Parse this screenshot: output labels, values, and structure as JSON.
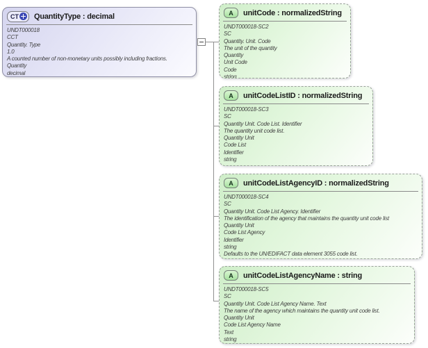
{
  "diagram": {
    "root": {
      "badge": "CT",
      "badge_icon": "plus-circle-icon",
      "title": "QuantityType : decimal",
      "lines": [
        "UNDT000018",
        "CCT",
        "Quantity. Type",
        "1.0",
        "A counted number of non-monetary units possibly including fractions.",
        "Quantity",
        "decimal"
      ]
    },
    "attributes": [
      {
        "badge": "A",
        "title": "unitCode : normalizedString",
        "lines": [
          "UNDT000018-SC2",
          "SC",
          "Quantity. Unit. Code",
          "The unit of the quantity",
          "Quantity",
          "Unit Code",
          "Code",
          "string"
        ]
      },
      {
        "badge": "A",
        "title": "unitCodeListID : normalizedString",
        "lines": [
          "UNDT000018-SC3",
          "SC",
          "Quantity Unit. Code List. Identifier",
          "The quantity unit code list.",
          "Quantity Unit",
          "Code List",
          "Identifier",
          "string"
        ]
      },
      {
        "badge": "A",
        "title": "unitCodeListAgencyID : normalizedString",
        "lines": [
          "UNDT000018-SC4",
          "SC",
          "Quantity Unit. Code List Agency. Identifier",
          "The identification of the agency that maintains the quantity unit code list",
          "Quantity Unit",
          "Code List Agency",
          "Identifier",
          "string",
          "Defaults to the UN/EDIFACT data element 3055 code list."
        ]
      },
      {
        "badge": "A",
        "title": "unitCodeListAgencyName : string",
        "lines": [
          "UNDT000018-SC5",
          "SC",
          "Quantity Unit. Code List Agency Name. Text",
          "The name of the agency which maintains the quantity unit code list.",
          "Quantity Unit",
          "Code List Agency Name",
          "Text",
          "string"
        ]
      }
    ],
    "icons": {
      "collapse_toggle": "minus-square-icon"
    }
  },
  "colors": {
    "root_fill": "#d5d5ef",
    "root_border": "#8f8fa5",
    "attr_fill": "#cfeec9",
    "attr_border": "#9aa29a",
    "attr_badge_top": "#d9f6d2",
    "attr_badge_bottom": "#a7e19f",
    "plus_circle": "#3a46b4",
    "connector": "#909090"
  }
}
